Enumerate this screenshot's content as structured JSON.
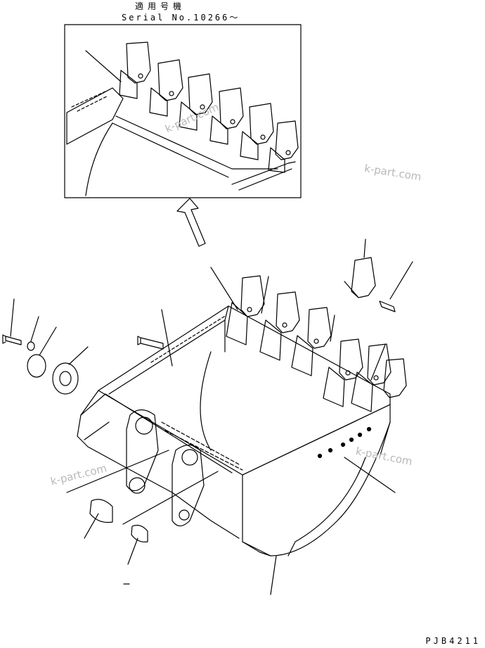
{
  "header": {
    "applicable_models_jp": "適用号機",
    "serial": "Serial No.10266～"
  },
  "watermarks": [
    "k-part.com",
    "k-part.com",
    "k-part.com",
    "k-part.com"
  ],
  "drawing_code": "PJB4211",
  "parts": [
    "bucket-body",
    "teeth",
    "tooth-adapters",
    "side-cutter",
    "bolt",
    "washer",
    "shim-plate",
    "flange-plate",
    "bushing",
    "pin-boss",
    "tooth-pin"
  ],
  "colors": {
    "line": "#000000",
    "watermark": "#b8b8b8",
    "background": "#ffffff"
  }
}
